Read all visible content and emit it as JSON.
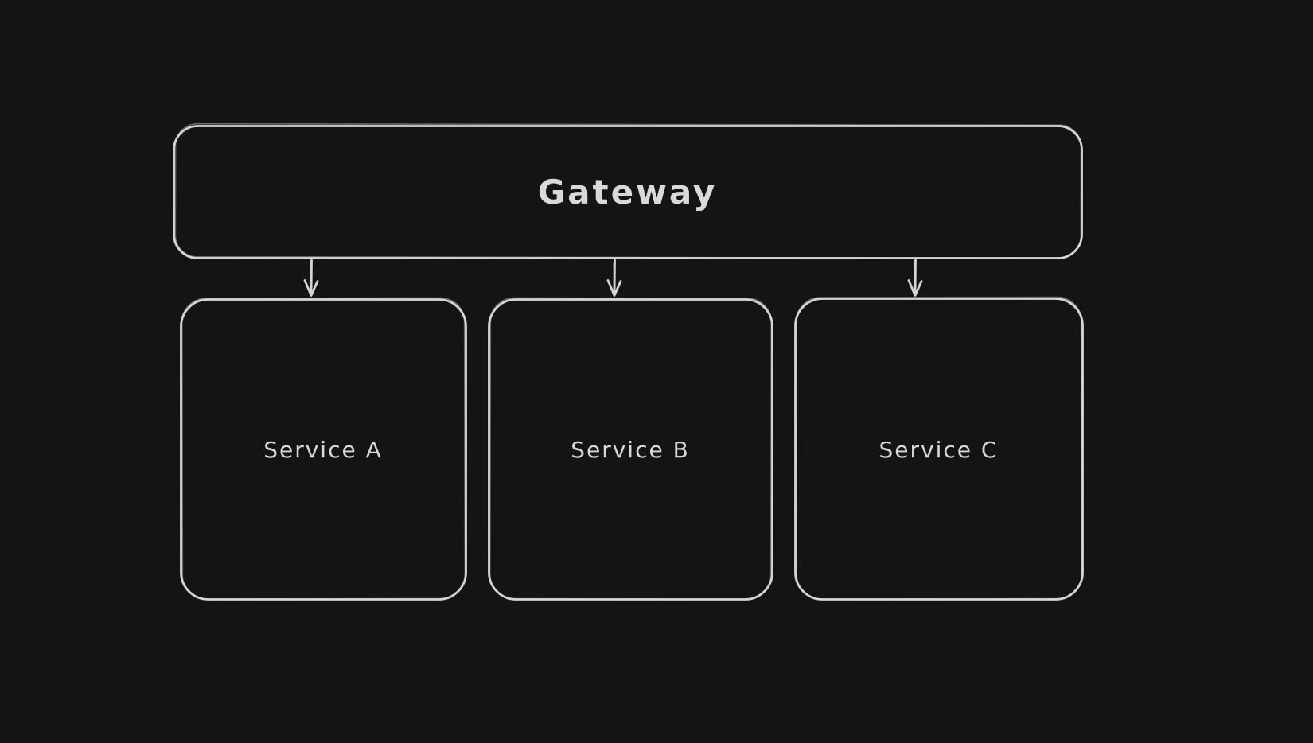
{
  "canvas": {
    "background_color": "#141414",
    "stroke_color": "#d5d5d5",
    "text_color": "#d9d9d9",
    "style": "hand-drawn sketch, dark theme"
  },
  "diagram": {
    "gateway": {
      "label": "Gateway"
    },
    "services": [
      {
        "label": "Service A"
      },
      {
        "label": "Service B"
      },
      {
        "label": "Service C"
      }
    ],
    "connections": [
      {
        "from": "Gateway",
        "to": "Service A",
        "direction": "down"
      },
      {
        "from": "Gateway",
        "to": "Service B",
        "direction": "down"
      },
      {
        "from": "Gateway",
        "to": "Service C",
        "direction": "down"
      }
    ]
  }
}
